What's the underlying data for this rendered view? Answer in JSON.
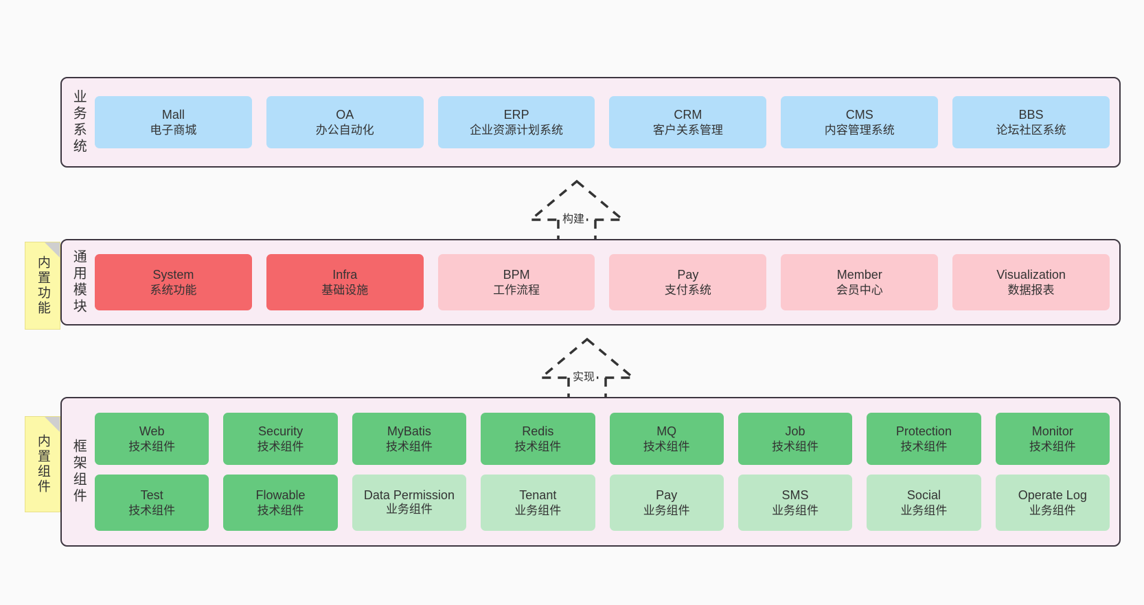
{
  "diagram": {
    "background": "#fafafa",
    "panel_fill": "#f9ecf4",
    "panel_border": "#3d3640",
    "sticky_fill": "#fcf8a8"
  },
  "stickies": [
    {
      "name": "builtin-function",
      "label": "内置功能"
    },
    {
      "name": "builtin-component",
      "label": "内置组件"
    }
  ],
  "layers": [
    {
      "id": "business-system",
      "label": "业务系统",
      "color": "#b3defa",
      "rows": [
        {
          "cards": [
            {
              "en": "Mall",
              "cn": "电子商城",
              "color": "#b3defa"
            },
            {
              "en": "OA",
              "cn": "办公自动化",
              "color": "#b3defa"
            },
            {
              "en": "ERP",
              "cn": "企业资源计划系统",
              "color": "#b3defa"
            },
            {
              "en": "CRM",
              "cn": "客户关系管理",
              "color": "#b3defa"
            },
            {
              "en": "CMS",
              "cn": "内容管理系统",
              "color": "#b3defa"
            },
            {
              "en": "BBS",
              "cn": "论坛社区系统",
              "color": "#b3defa"
            }
          ]
        }
      ]
    },
    {
      "id": "common-module",
      "label": "通用模块",
      "rows": [
        {
          "cards": [
            {
              "en": "System",
              "cn": "系统功能",
              "color": "#f4676a"
            },
            {
              "en": "Infra",
              "cn": "基础设施",
              "color": "#f4676a"
            },
            {
              "en": "BPM",
              "cn": "工作流程",
              "color": "#fcc9cf"
            },
            {
              "en": "Pay",
              "cn": "支付系统",
              "color": "#fcc9cf"
            },
            {
              "en": "Member",
              "cn": "会员中心",
              "color": "#fcc9cf"
            },
            {
              "en": "Visualization",
              "cn": "数据报表",
              "color": "#fcc9cf"
            }
          ]
        }
      ]
    },
    {
      "id": "framework-component",
      "label": "框架组件",
      "rows": [
        {
          "cards": [
            {
              "en": "Web",
              "cn": "技术组件",
              "color": "#65c97e"
            },
            {
              "en": "Security",
              "cn": "技术组件",
              "color": "#65c97e"
            },
            {
              "en": "MyBatis",
              "cn": "技术组件",
              "color": "#65c97e"
            },
            {
              "en": "Redis",
              "cn": "技术组件",
              "color": "#65c97e"
            },
            {
              "en": "MQ",
              "cn": "技术组件",
              "color": "#65c97e"
            },
            {
              "en": "Job",
              "cn": "技术组件",
              "color": "#65c97e"
            },
            {
              "en": "Protection",
              "cn": "技术组件",
              "color": "#65c97e"
            },
            {
              "en": "Monitor",
              "cn": "技术组件",
              "color": "#65c97e"
            }
          ]
        },
        {
          "cards": [
            {
              "en": "Test",
              "cn": "技术组件",
              "color": "#65c97e"
            },
            {
              "en": "Flowable",
              "cn": "技术组件",
              "color": "#65c97e"
            },
            {
              "en": "Data Permission",
              "cn": "业务组件",
              "color": "#bde7c6"
            },
            {
              "en": "Tenant",
              "cn": "业务组件",
              "color": "#bde7c6"
            },
            {
              "en": "Pay",
              "cn": "业务组件",
              "color": "#bde7c6"
            },
            {
              "en": "SMS",
              "cn": "业务组件",
              "color": "#bde7c6"
            },
            {
              "en": "Social",
              "cn": "业务组件",
              "color": "#bde7c6"
            },
            {
              "en": "Operate Log",
              "cn": "业务组件",
              "color": "#bde7c6"
            }
          ]
        }
      ]
    }
  ],
  "connectors": [
    {
      "name": "build-arrow",
      "label": "构建"
    },
    {
      "name": "implement-arrow",
      "label": "实现"
    }
  ]
}
